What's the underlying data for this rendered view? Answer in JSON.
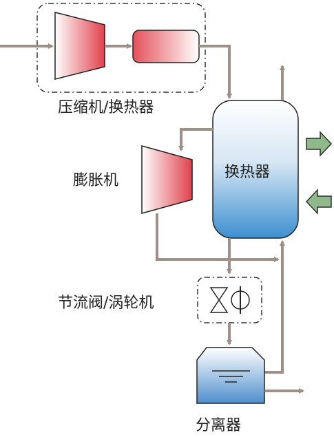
{
  "labels": {
    "compressor_hx": "压缩机/换热器",
    "expander": "膨胀机",
    "heat_exchanger": "换热器",
    "throttle_turbine": "节流阀/涡轮机",
    "separator": "分离器"
  },
  "colors": {
    "flow_line": "#9e9089",
    "dashed_box": "#333333",
    "compressor_red": "#e0404c",
    "hx_blue": "#3d8fd0",
    "heat_arrow_green": "#8fb98a",
    "separator_blue": "#5a97d3"
  }
}
